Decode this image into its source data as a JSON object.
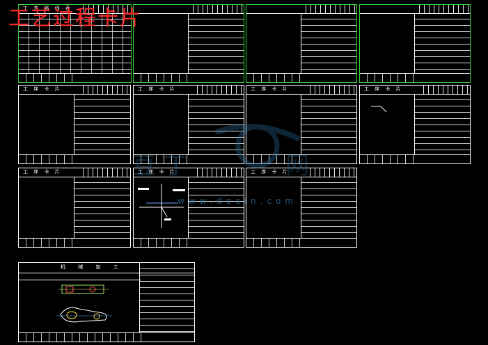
{
  "page": {
    "title": "工艺过程卡片"
  },
  "watermark": {
    "text": "www.docin.com"
  },
  "cards": [
    {
      "label": "工 艺 路 线 表"
    },
    {
      "label": ""
    },
    {
      "label": ""
    },
    {
      "label": ""
    },
    {
      "label": "工 序 卡 片"
    },
    {
      "label": "工 序 卡 片"
    },
    {
      "label": "工 序 卡 片"
    },
    {
      "label": "工 序 卡 片"
    },
    {
      "label": "工 序 卡 片"
    },
    {
      "label": "工 序 卡 片"
    },
    {
      "label": "工 序 卡 片"
    },
    {
      "label": "机 械 加 工"
    }
  ],
  "colors": {
    "title": "#ff2a2a",
    "green_border": "#35d13a",
    "watermark": "#2d6e9e"
  }
}
